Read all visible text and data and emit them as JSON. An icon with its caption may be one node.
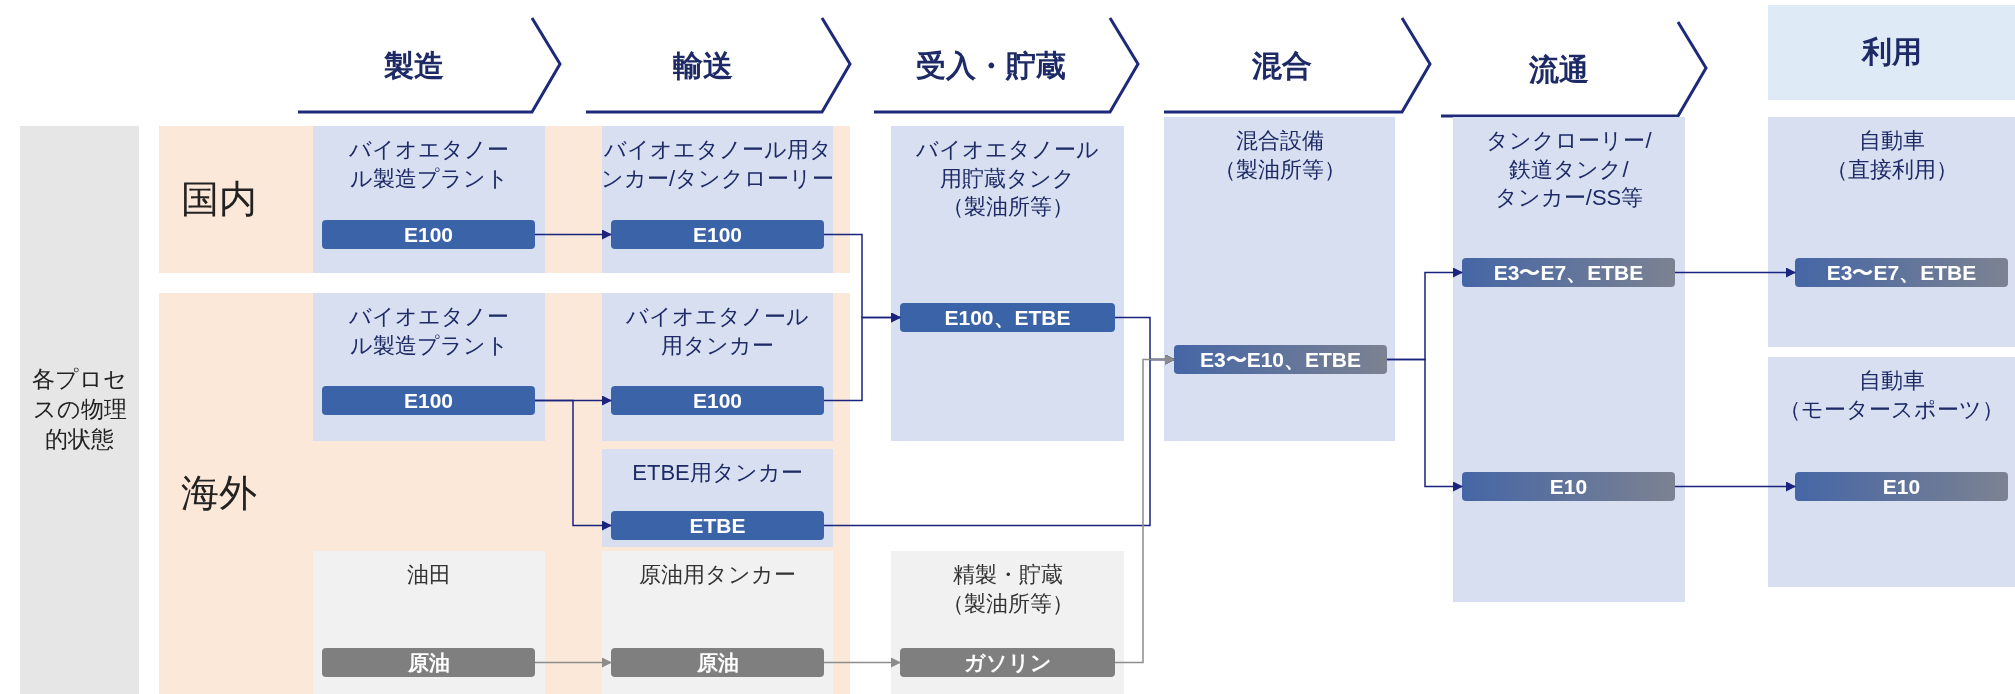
{
  "diagram": {
    "nodes": [
      {
        "text": [
          "製造"
        ]
      },
      {
        "text": [
          "輸送"
        ]
      },
      {
        "text": [
          "受入・貯蔵"
        ]
      },
      {
        "text": [
          "混合"
        ]
      },
      {
        "text": [
          "流通"
        ]
      },
      {
        "text": [
          "利用"
        ]
      },
      {
        "text": [
          "各プロセスの物理的状態"
        ]
      },
      {
        "text": [
          "国内"
        ]
      },
      {
        "text": [
          "バイオエタノール製造プラント"
        ],
        "in": 7
      },
      {
        "text": [
          "E100"
        ],
        "in": 8
      },
      {
        "text": [
          "バイオエタノール用タンカー/タンクローリー"
        ],
        "in": 7
      },
      {
        "text": [
          "E100"
        ],
        "in": 10
      },
      {
        "text": [
          "バイオエタノール用貯蔵タンク（製油所等）"
        ]
      },
      {
        "text": [
          "E100、ETBE"
        ],
        "in": 12
      },
      {
        "text": [
          "混合設備（製油所等）"
        ]
      },
      {
        "text": [
          "E3〜E10、ETBE"
        ],
        "in": 14
      },
      {
        "text": [
          "タンクローリー/鉄道タンク/タンカー/SS等"
        ]
      },
      {
        "text": [
          "E3〜E7、ETBE"
        ],
        "in": 16
      },
      {
        "text": [
          "E10"
        ],
        "in": 16
      },
      {
        "text": [
          "自動車（直接利用）"
        ]
      },
      {
        "text": [
          "E3〜E7、ETBE"
        ],
        "in": 19
      },
      {
        "text": [
          "海外"
        ]
      },
      {
        "text": [
          "バイオエタノール製造プラント"
        ],
        "in": 21
      },
      {
        "text": [
          "E100"
        ],
        "in": 22
      },
      {
        "text": [
          "バイオエタノール用タンカー"
        ],
        "in": 21
      },
      {
        "text": [
          "E100"
        ],
        "in": 24
      },
      {
        "text": [
          "ETBE用タンカー"
        ],
        "in": 21
      },
      {
        "text": [
          "ETBE"
        ],
        "in": 26
      },
      {
        "text": [
          "自動車（モータースポーツ）"
        ]
      },
      {
        "text": [
          "E10"
        ],
        "in": 28
      },
      {
        "text": [
          "油田"
        ],
        "in": 21
      },
      {
        "text": [
          "原油"
        ],
        "in": 30
      },
      {
        "text": [
          "原油用タンカー"
        ],
        "in": 21
      },
      {
        "text": [
          "原油"
        ],
        "in": 32
      },
      {
        "text": [
          "精製・貯蔵（製油所等）"
        ]
      },
      {
        "text": [
          "ガソリン"
        ],
        "in": 34
      }
    ],
    "edges": [
      {
        "from": 9,
        "to": 11,
        "arrow": "to"
      },
      {
        "from": 11,
        "to": 13,
        "arrow": "to"
      },
      {
        "from": 23,
        "to": 25,
        "arrow": "to"
      },
      {
        "from": 23,
        "to": 27,
        "arrow": "to"
      },
      {
        "from": 25,
        "to": 13,
        "arrow": "to"
      },
      {
        "from": 13,
        "to": 15,
        "arrow": "to"
      },
      {
        "from": 27,
        "to": 15,
        "arrow": "to"
      },
      {
        "from": 31,
        "to": 33,
        "arrow": "to",
        "color": "#8c8c8c"
      },
      {
        "from": 33,
        "to": 35,
        "arrow": "to",
        "color": "#8c8c8c"
      },
      {
        "from": 35,
        "to": 15,
        "arrow": "to",
        "color": "#8c8c8c"
      },
      {
        "from": 15,
        "to": 17,
        "arrow": "to"
      },
      {
        "from": 15,
        "to": 18,
        "arrow": "to"
      },
      {
        "from": 17,
        "to": 20,
        "arrow": "to"
      },
      {
        "from": 18,
        "to": 29,
        "arrow": "to"
      }
    ]
  }
}
